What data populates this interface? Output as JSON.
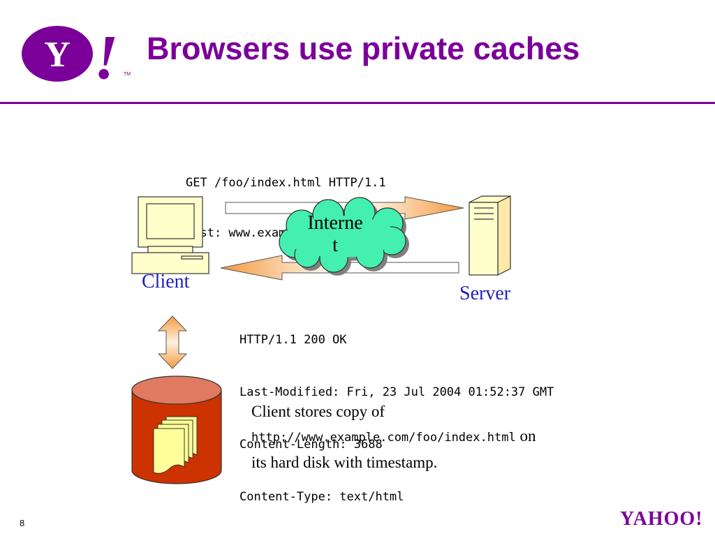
{
  "header": {
    "logo_letter": "Y",
    "logo_exclaim": "!",
    "logo_tm": "TM",
    "title": "Browsers use private caches"
  },
  "diagram": {
    "request_lines": [
      "GET /foo/index.html HTTP/1.1",
      "Host: www.example.com"
    ],
    "response_lines": [
      "HTTP/1.1 200 OK",
      "Last-Modified: Fri, 23 Jul 2004 01:52:37 GMT",
      "Content-Length: 3688",
      "Content-Type: text/html"
    ],
    "cloud_lines": [
      "Interne",
      "t"
    ],
    "client_label": "Client",
    "server_label": "Server",
    "note": {
      "text_before": "Client stores copy of",
      "url": "http://www.example.com/foo/index.html",
      "text_after_url": " on",
      "text_end": "its hard disk with timestamp."
    }
  },
  "footer": {
    "page_number": "8",
    "brand": "YAHOO!"
  },
  "colors": {
    "brand_purple": "#7b0099",
    "label_blue": "#1f1fbf",
    "cloud_green": "#44f0b0",
    "arrow_orange": "#f59a3e",
    "disk_red": "#cc3300",
    "disk_top": "#e07a60",
    "monitor_cream": "#ffffcc"
  }
}
